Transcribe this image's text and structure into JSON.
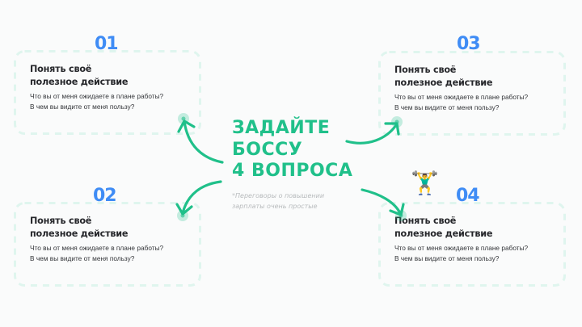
{
  "colors": {
    "accent_green": "#20c08a",
    "accent_blue": "#3f8cf5",
    "dash_border": "#dff5ee",
    "title_text": "#26272b",
    "body_text": "#34363a",
    "note_text": "#b8bbbd",
    "background": "#fafbfb"
  },
  "center": {
    "headline_lines": [
      "ЗАДАЙТЕ",
      "БОССУ",
      "4 ВОПРОСА"
    ],
    "note_star": "*",
    "note_line1": "Переговоры о повышении",
    "note_line2": "зарплаты очень простые"
  },
  "cards": [
    {
      "number": "01",
      "title_line1": "Понять своё",
      "title_line2": "полезное действие",
      "desc_line1": "Что вы от меня ожидаете в плане работы?",
      "desc_line2": "В чем вы видите от меня пользу?"
    },
    {
      "number": "02",
      "title_line1": "Понять своё",
      "title_line2": "полезное действие",
      "desc_line1": "Что вы от меня ожидаете в плане работы?",
      "desc_line2": "В чем вы видите от меня пользу?"
    },
    {
      "number": "03",
      "title_line1": "Понять своё",
      "title_line2": "полезное действие",
      "desc_line1": "Что вы от меня ожидаете в плане работы?",
      "desc_line2": "В чем вы видите от меня пользу?"
    },
    {
      "number": "04",
      "title_line1": "Понять своё",
      "title_line2": "полезное действие",
      "desc_line1": "Что вы от меня ожидаете в плане работы?",
      "desc_line2": "В чем вы видите от меня пользу?"
    }
  ],
  "icons": {
    "weightlifter": "🏋️‍♂️",
    "weightlifter_name": "weightlifter-emoji-icon",
    "arrow_name": "curved-arrow-icon"
  }
}
